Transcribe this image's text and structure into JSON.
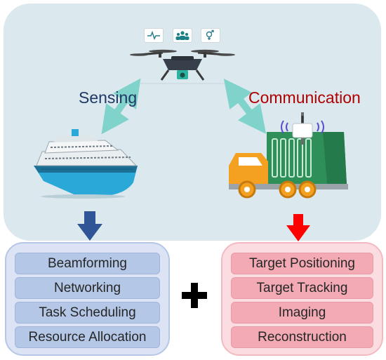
{
  "left_panel": {
    "label": "Sensing",
    "items": [
      "Beamforming",
      "Networking",
      "Task Scheduling",
      "Resource Allocation"
    ]
  },
  "right_panel": {
    "label": "Communication",
    "items": [
      "Target Positioning",
      "Target Tracking",
      "Imaging",
      "Reconstruction"
    ]
  },
  "combine_symbol": "+",
  "icons": {
    "uav": "drone-icon",
    "ship": "cruise-ship-icon",
    "truck": "garbage-truck-icon",
    "badges": [
      "heartbeat-icon",
      "users-icon",
      "gender-icon"
    ]
  },
  "colors": {
    "scene_bg": "#dbe9ef",
    "link_arrow": "#7fd3cb",
    "sensing_text": "#1f3864",
    "communication_text": "#b00000",
    "sensing_arrow": "#2f5597",
    "communication_arrow": "#ff0000"
  }
}
